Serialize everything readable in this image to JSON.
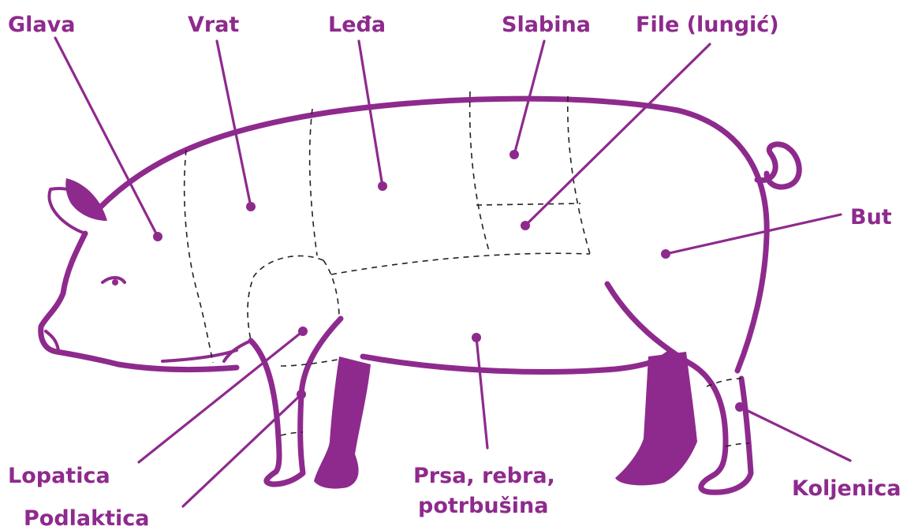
{
  "colors": {
    "accent": "#8e2a8d",
    "dash": "#222222",
    "background": "#ffffff"
  },
  "labels": {
    "glava": "Glava",
    "vrat": "Vrat",
    "leda": "Leđa",
    "slabina": "Slabina",
    "file": "File (lungić)",
    "but": "But",
    "lopatica": "Lopatica",
    "podlaktica": "Podlaktica",
    "prsa_line1": "Prsa, rebra,",
    "prsa_line2": "potrbušina",
    "koljenica": "Koljenica"
  }
}
